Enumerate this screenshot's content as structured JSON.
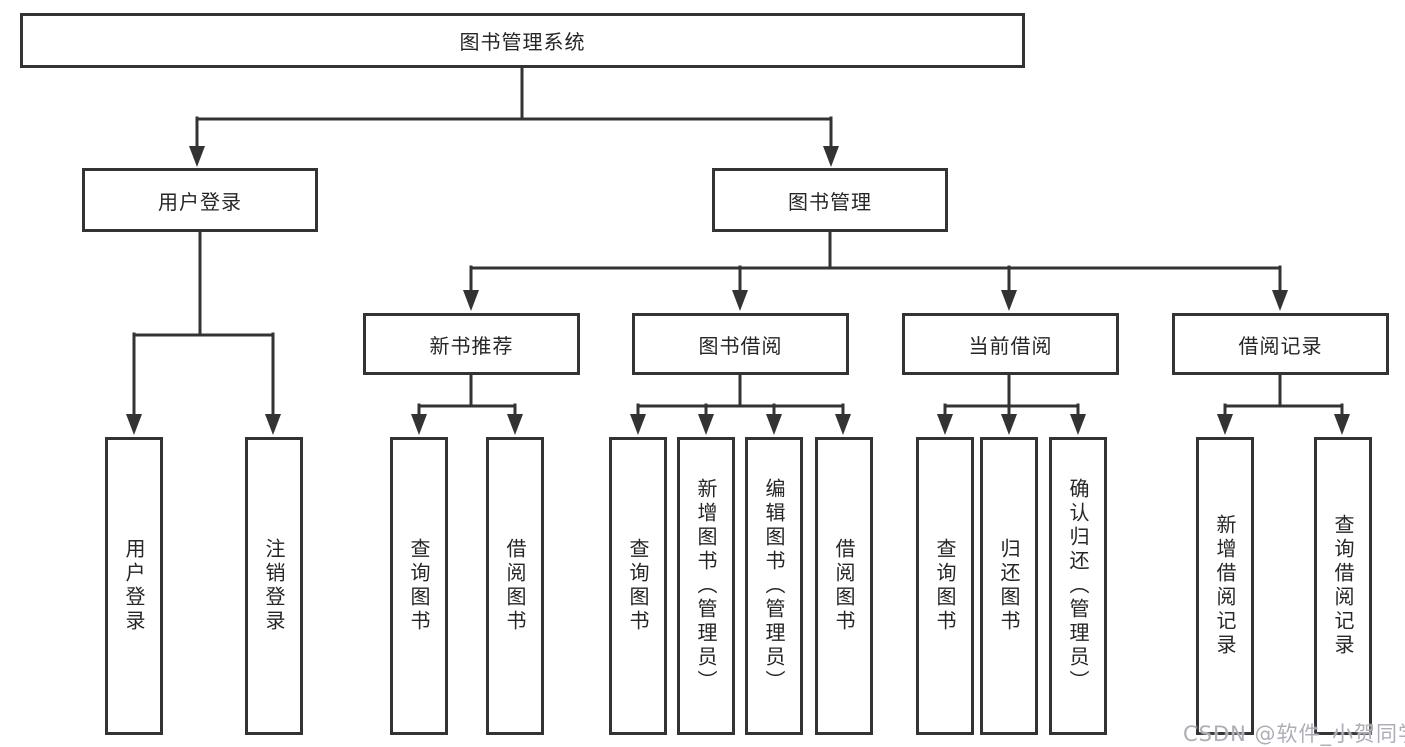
{
  "colors": {
    "line": "#333333",
    "text": "#262626",
    "watermark": "#aeaeb8",
    "bg": "#ffffff"
  },
  "watermark": "CSDN @软件_小贺同学",
  "tree": {
    "label": "图书管理系统",
    "children": [
      {
        "label": "用户登录",
        "children": [
          {
            "label": "用户登录"
          },
          {
            "label": "注销登录"
          }
        ]
      },
      {
        "label": "图书管理",
        "children": [
          {
            "label": "新书推荐",
            "children": [
              {
                "label": "查询图书"
              },
              {
                "label": "借阅图书"
              }
            ]
          },
          {
            "label": "图书借阅",
            "children": [
              {
                "label": "查询图书"
              },
              {
                "label": "新增图书（管理员）"
              },
              {
                "label": "编辑图书（管理员）"
              },
              {
                "label": "借阅图书"
              }
            ]
          },
          {
            "label": "当前借阅",
            "children": [
              {
                "label": "查询图书"
              },
              {
                "label": "归还图书"
              },
              {
                "label": "确认归还（管理员）"
              }
            ]
          },
          {
            "label": "借阅记录",
            "children": [
              {
                "label": "新增借阅记录"
              },
              {
                "label": "查询借阅记录"
              }
            ]
          }
        ]
      }
    ]
  }
}
